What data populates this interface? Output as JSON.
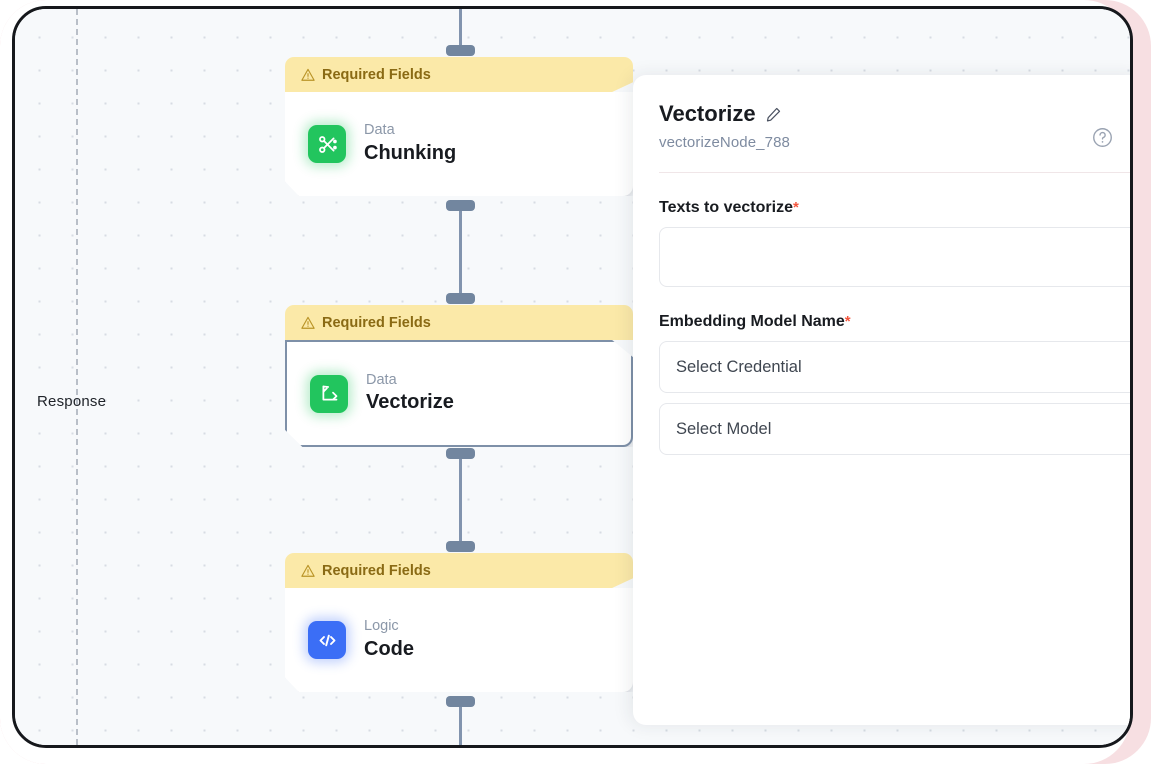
{
  "canvas": {
    "guide_label": "Response",
    "grid": "dot-grid"
  },
  "nodes": [
    {
      "banner": "Required Fields",
      "banner_icon": "warning-triangle-icon",
      "category": "Data",
      "title": "Chunking",
      "icon": "scissors-icon",
      "icon_color": "#22c55e",
      "selected": false
    },
    {
      "banner": "Required Fields",
      "banner_icon": "warning-triangle-icon",
      "category": "Data",
      "title": "Vectorize",
      "icon": "vector-arrow-icon",
      "icon_color": "#22c55e",
      "selected": true
    },
    {
      "banner": "Required Fields",
      "banner_icon": "warning-triangle-icon",
      "category": "Logic",
      "title": "Code",
      "icon": "code-brackets-icon",
      "icon_color": "#3b6ef6",
      "selected": false
    }
  ],
  "panel": {
    "title": "Vectorize",
    "edit_icon": "pencil-icon",
    "subtitle": "vectorizeNode_788",
    "help_icon": "question-circle-icon",
    "fields": [
      {
        "label": "Texts to vectorize",
        "required": true,
        "required_marker": "*",
        "value": "",
        "type": "textarea"
      },
      {
        "label": "Embedding Model Name",
        "required": true,
        "required_marker": "*",
        "value": "Select Credential",
        "type": "select"
      },
      {
        "label": "",
        "required": false,
        "required_marker": "",
        "value": "Select Model",
        "type": "select"
      }
    ]
  },
  "colors": {
    "banner_bg": "#fbe9a8",
    "banner_text": "#8a6a14",
    "accent_green": "#22c55e",
    "accent_blue": "#3b6ef6",
    "required_red": "#f4553d",
    "edge": "#72869f",
    "canvas_bg": "#f7f9fb",
    "frame_outer": "#f7dfe2"
  }
}
